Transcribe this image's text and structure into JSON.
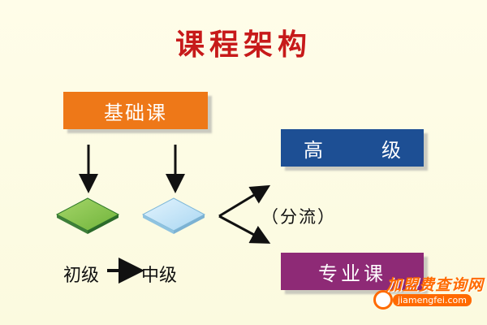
{
  "title": "课程架构",
  "nodes": {
    "basic": "基础课",
    "advanced": "高　级",
    "professional": "专业课"
  },
  "split_label": "（分流）",
  "levels": {
    "beginner": "初级",
    "intermediate": "中级"
  },
  "colors": {
    "title": "#c71a1a",
    "basic": "#ee7818",
    "advanced": "#1d4f94",
    "professional": "#8e2a76",
    "beginner_tile": "#8cc84b",
    "intermediate_tile": "#bfe3f8",
    "background": "#fcfbe8"
  },
  "watermark": {
    "brand": "加盟费查询网",
    "domain": "jiamengfei.com"
  }
}
